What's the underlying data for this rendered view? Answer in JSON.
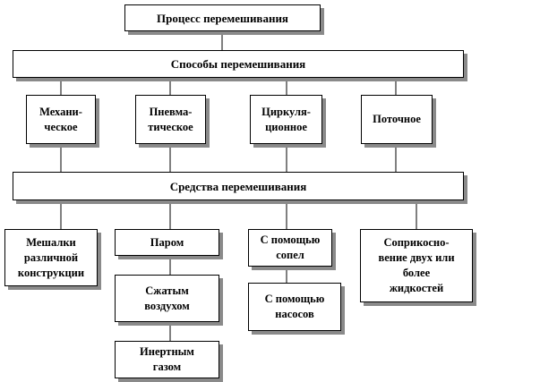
{
  "nodes": {
    "process": "Процесс перемешивания",
    "methods": "Способы перемешивания",
    "mechanical": "Механи-\nческое",
    "pneumatic": "Пневма-\nтическое",
    "circulation": "Циркуля-\nционное",
    "flow": "Поточное",
    "means": "Средства перемешивания",
    "mixers": "Мешалки\nразличной\nконструкции",
    "steam": "Паром",
    "compressed_air": "Сжатым\nвоздухом",
    "inert_gas": "Инертным\nгазом",
    "nozzles": "С помощью\nсопел",
    "pumps": "С помощью\nнасосов",
    "contact": "Соприкосно-\nвение двух или\nболее\nжидкостей"
  },
  "style": {
    "border_color": "#000000",
    "shadow_color": "#8a8a8a",
    "background": "#ffffff"
  }
}
